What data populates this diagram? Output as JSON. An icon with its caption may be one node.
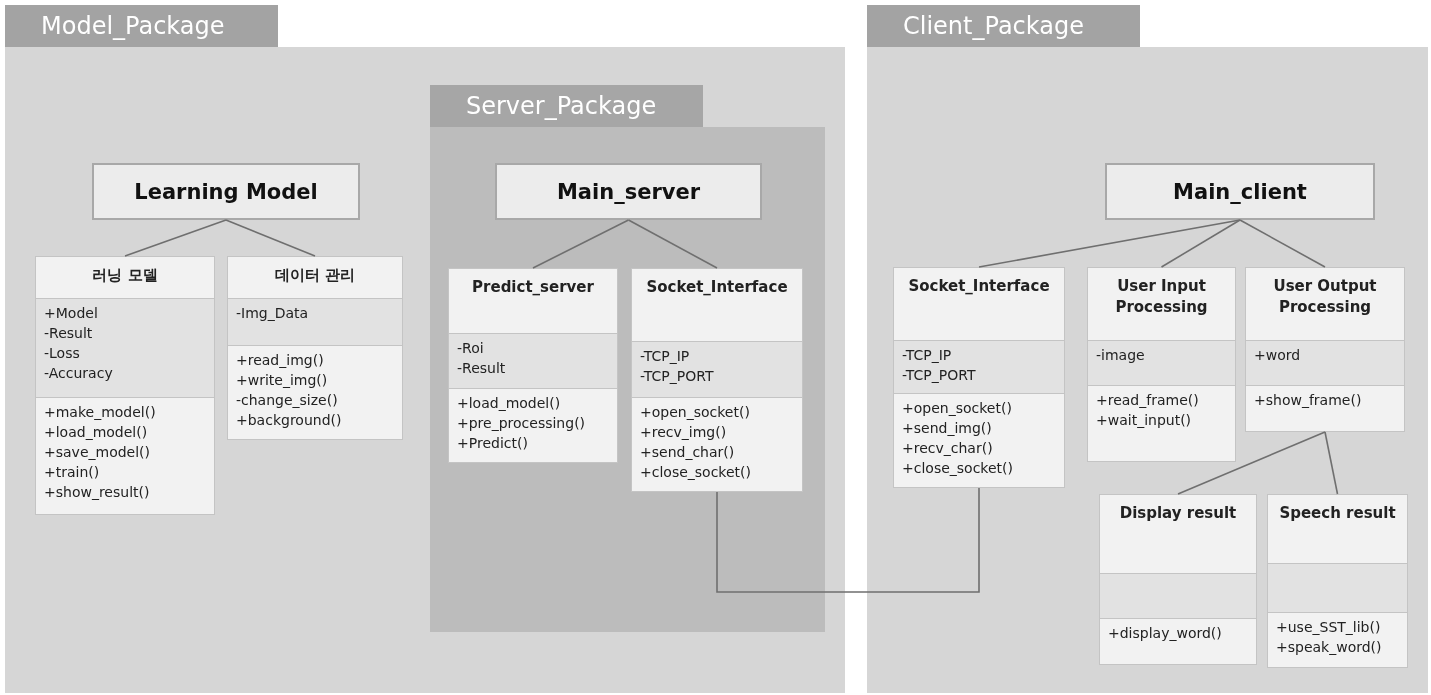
{
  "diagram": {
    "nodes": [
      {
        "text": [
          "Model_Package"
        ]
      },
      {
        "text": [
          "Learning Model"
        ],
        "in": 0
      },
      {
        "text": [
          "러닝 모델",
          "+Model -Result -Loss -Accuracy",
          "+make_model() +load_model() +save_model() +train() +show_result()"
        ],
        "in": 0
      },
      {
        "text": [
          "데이터 관리",
          "-Img_Data",
          "+read_img() +write_img() -change_size() +background()"
        ],
        "in": 0
      },
      {
        "text": [
          "Server_Package"
        ],
        "in": 0
      },
      {
        "text": [
          "Main_server"
        ],
        "in": 4
      },
      {
        "text": [
          "Predict_server",
          "-Roi -Result",
          "+load_model() +pre_processing() +Predict()"
        ],
        "in": 4
      },
      {
        "text": [
          "Socket_Interface",
          "-TCP_IP -TCP_PORT",
          "+open_socket() +recv_img() +send_char() +close_socket()"
        ],
        "in": 4
      },
      {
        "text": [
          "Client_Package"
        ]
      },
      {
        "text": [
          "Main_client"
        ],
        "in": 8
      },
      {
        "text": [
          "Socket_Interface",
          "-TCP_IP -TCP_PORT",
          "+open_socket() +send_img() +recv_char() +close_socket()"
        ],
        "in": 8
      },
      {
        "text": [
          "User Input Processing",
          "-image",
          "+read_frame() +wait_input()"
        ],
        "in": 8
      },
      {
        "text": [
          "User Output Processing",
          "+word",
          "+show_frame()"
        ],
        "in": 8
      },
      {
        "text": [
          "Display result",
          "+display_word()"
        ],
        "in": 8
      },
      {
        "text": [
          "Speech result",
          "+use_SST_lib() +speak_word()"
        ],
        "in": 8
      }
    ],
    "edges": [
      {
        "from": 1,
        "to": 2,
        "arrow": "none"
      },
      {
        "from": 1,
        "to": 3,
        "arrow": "none"
      },
      {
        "from": 5,
        "to": 6,
        "arrow": "none"
      },
      {
        "from": 5,
        "to": 7,
        "arrow": "none"
      },
      {
        "from": 9,
        "to": 10,
        "arrow": "none"
      },
      {
        "from": 9,
        "to": 11,
        "arrow": "none"
      },
      {
        "from": 9,
        "to": 12,
        "arrow": "none"
      },
      {
        "from": 12,
        "to": 13,
        "arrow": "none"
      },
      {
        "from": 12,
        "to": 14,
        "arrow": "none"
      },
      {
        "from": 7,
        "to": 10,
        "arrow": "none"
      }
    ]
  }
}
